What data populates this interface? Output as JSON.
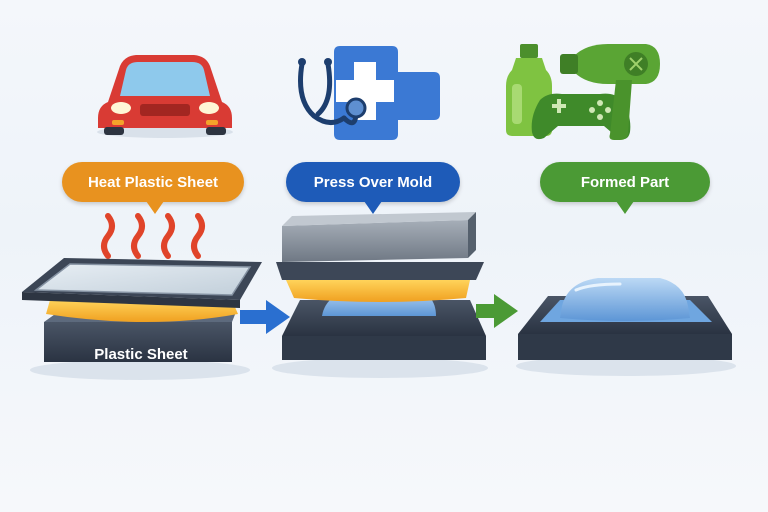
{
  "steps": {
    "heat": {
      "label": "Heat Plastic Sheet",
      "color": "#e8921f"
    },
    "press": {
      "label": "Press Over Mold",
      "color": "#1e5bb8"
    },
    "formed": {
      "label": "Formed Part",
      "color": "#4b9a35"
    }
  },
  "base_label": "Plastic Sheet",
  "icons": [
    "car-icon",
    "medical-cross-icon",
    "stethoscope-icon",
    "bottle-icon",
    "game-controller-icon",
    "hair-dryer-icon",
    "heat-waves-icon",
    "arrow-right-icon"
  ]
}
